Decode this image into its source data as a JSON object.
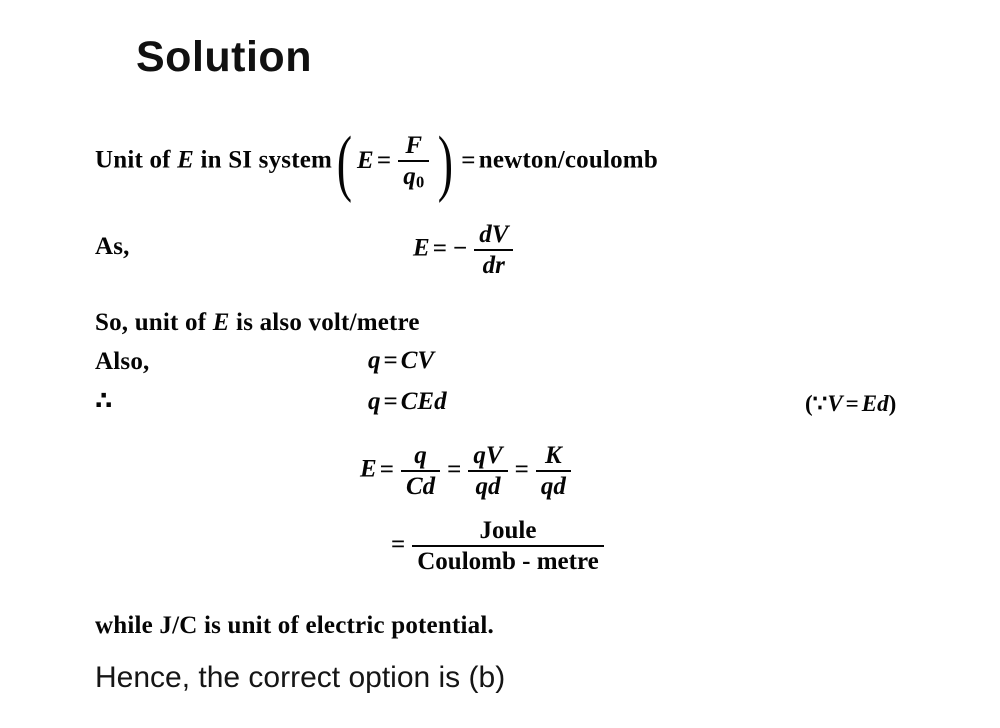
{
  "document": {
    "background_color": "#ffffff",
    "text_color": "#050505",
    "title": "Solution"
  },
  "lines": {
    "unit_of_e": {
      "lead": "Unit of",
      "var_e": "E",
      "mid": "in SI system",
      "paren_open": "(",
      "inner_e": "E",
      "equals": "=",
      "num_f": "F",
      "den_q": "q",
      "den_sub": "0",
      "paren_close": ")",
      "equals2": "=",
      "result": "newton/coulomb"
    },
    "as_label": "As,",
    "eq_dvdr": {
      "lhs": "E",
      "equals": "=",
      "minus": "−",
      "num": "dV",
      "den": "dr"
    },
    "so_unit": {
      "lead": "So, unit of",
      "var_e": "E",
      "tail": "is also volt/metre"
    },
    "also_label": "Also,",
    "eq_q_cv": {
      "lhs": "q",
      "equals": "=",
      "rhs": "CV"
    },
    "therefore_symbol": "∴",
    "eq_q_ced": {
      "lhs": "q",
      "equals": "=",
      "rhs": "CEd"
    },
    "note_v_ed": {
      "open": "(",
      "because": "∵",
      "lhs": "V",
      "equals": "=",
      "rhs": "Ed",
      "close": ")"
    },
    "eq_e_chain": {
      "lhs": "E",
      "equals1": "=",
      "f1_num": "q",
      "f1_den": "Cd",
      "equals2": "=",
      "f2_num": "qV",
      "f2_den": "qd",
      "equals3": "=",
      "f3_num": "K",
      "f3_den": "qd"
    },
    "eq_joule": {
      "equals": "=",
      "num": "Joule",
      "den": "Coulomb - metre"
    },
    "while_jc": "while J/C is unit of electric potential.",
    "hence": "Hence, the correct option is (b)"
  }
}
